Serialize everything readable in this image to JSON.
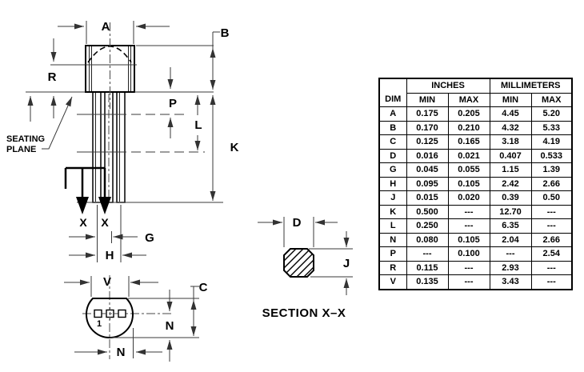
{
  "drawing": {
    "front_view": {
      "labels": {
        "a": "A",
        "b": "B",
        "r": "R",
        "p": "P",
        "l": "L",
        "k": "K",
        "g": "G",
        "h": "H",
        "x_left": "X",
        "x_right": "X"
      },
      "seating_plane": {
        "line1": "SEATING",
        "line2": "PLANE"
      }
    },
    "bottom_view": {
      "labels": {
        "v": "V",
        "c": "C",
        "n_side": "N",
        "n_bottom": "N"
      },
      "pin_one_marker": "1"
    },
    "section_view": {
      "labels": {
        "d": "D",
        "j": "J"
      },
      "caption": "SECTION X–X"
    }
  },
  "table": {
    "headers": {
      "dim": "DIM",
      "inches": "INCHES",
      "millimeters": "MILLIMETERS",
      "min": "MIN",
      "max": "MAX"
    },
    "columns": [
      "dim",
      "in_min",
      "in_max",
      "mm_min",
      "mm_max"
    ],
    "rows": [
      {
        "dim": "A",
        "in_min": "0.175",
        "in_max": "0.205",
        "mm_min": "4.45",
        "mm_max": "5.20"
      },
      {
        "dim": "B",
        "in_min": "0.170",
        "in_max": "0.210",
        "mm_min": "4.32",
        "mm_max": "5.33"
      },
      {
        "dim": "C",
        "in_min": "0.125",
        "in_max": "0.165",
        "mm_min": "3.18",
        "mm_max": "4.19"
      },
      {
        "dim": "D",
        "in_min": "0.016",
        "in_max": "0.021",
        "mm_min": "0.407",
        "mm_max": "0.533"
      },
      {
        "dim": "G",
        "in_min": "0.045",
        "in_max": "0.055",
        "mm_min": "1.15",
        "mm_max": "1.39"
      },
      {
        "dim": "H",
        "in_min": "0.095",
        "in_max": "0.105",
        "mm_min": "2.42",
        "mm_max": "2.66"
      },
      {
        "dim": "J",
        "in_min": "0.015",
        "in_max": "0.020",
        "mm_min": "0.39",
        "mm_max": "0.50"
      },
      {
        "dim": "K",
        "in_min": "0.500",
        "in_max": "---",
        "mm_min": "12.70",
        "mm_max": "---"
      },
      {
        "dim": "L",
        "in_min": "0.250",
        "in_max": "---",
        "mm_min": "6.35",
        "mm_max": "---"
      },
      {
        "dim": "N",
        "in_min": "0.080",
        "in_max": "0.105",
        "mm_min": "2.04",
        "mm_max": "2.66"
      },
      {
        "dim": "P",
        "in_min": "---",
        "in_max": "0.100",
        "mm_min": "---",
        "mm_max": "2.54"
      },
      {
        "dim": "R",
        "in_min": "0.115",
        "in_max": "---",
        "mm_min": "2.93",
        "mm_max": "---"
      },
      {
        "dim": "V",
        "in_min": "0.135",
        "in_max": "---",
        "mm_min": "3.43",
        "mm_max": "---"
      }
    ]
  }
}
